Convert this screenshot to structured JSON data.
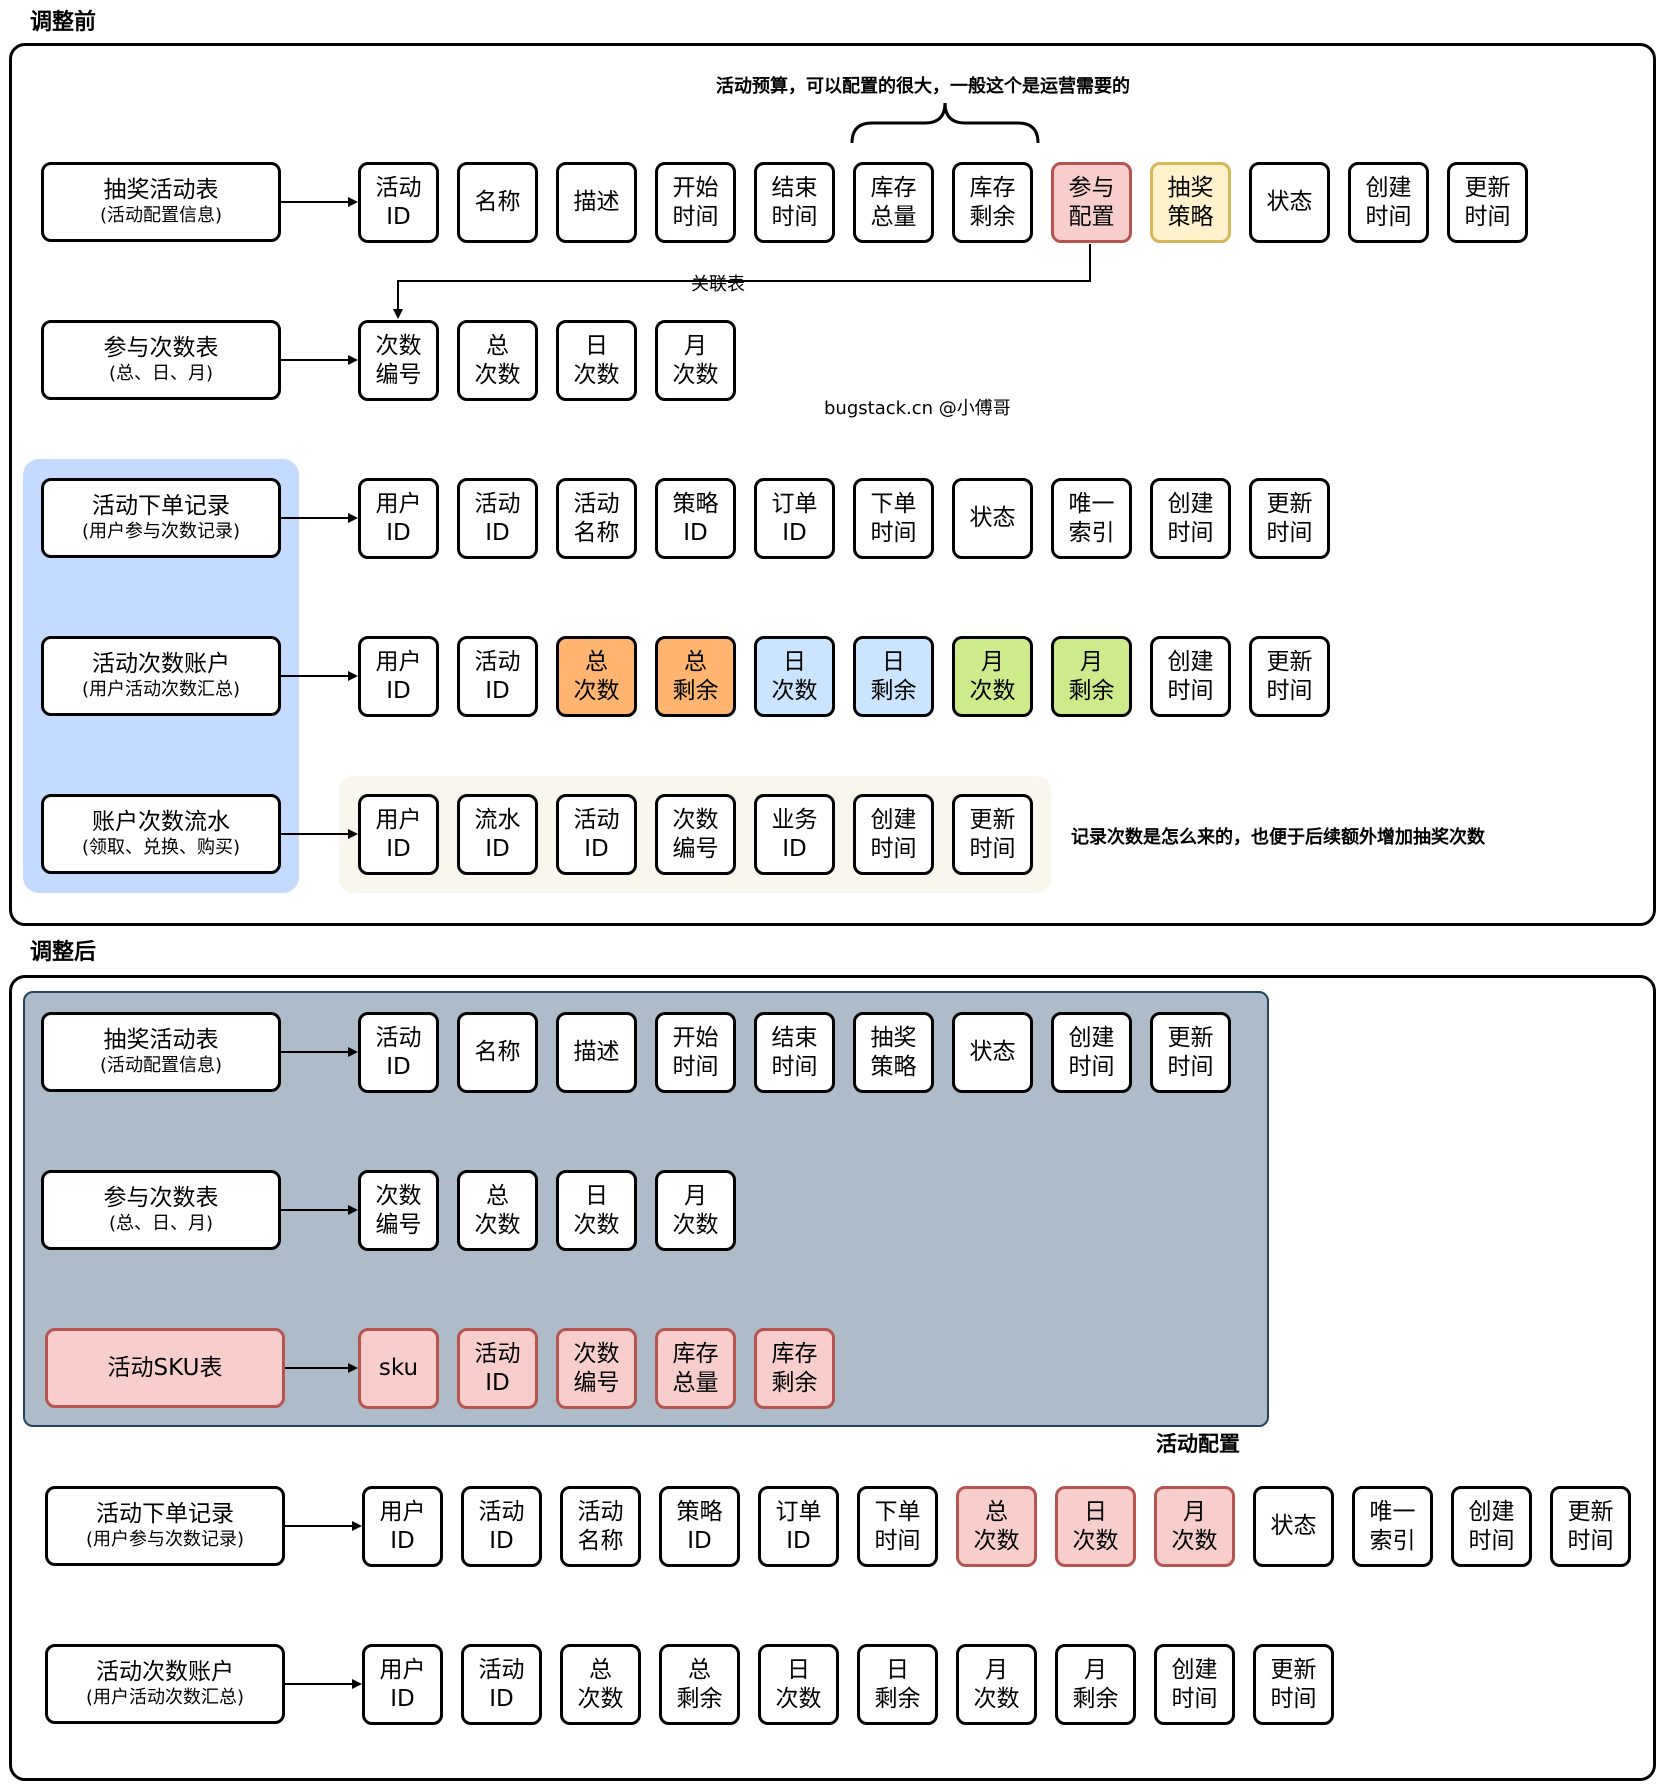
{
  "colors": {
    "red_fill": "#f8cecc",
    "red_border": "#b85450",
    "yellow_fill": "#fff2cc",
    "yellow_border": "#d6b656",
    "orange_fill": "#ffb570",
    "blue_fill": "#cce5ff",
    "green_fill": "#cdeb8b",
    "region_blue": "#c4dbff",
    "region_cream": "#f9f7ed",
    "region_slate": "#aebcc9"
  },
  "before": {
    "title": "调整前",
    "budget_note": "活动预算，可以配置的很大，一般这个是运营需要的",
    "relation_label": "关联表",
    "watermark": "bugstack.cn @小傅哥",
    "flow_note": "记录次数是怎么来的，也便于后续额外增加抽奖次数",
    "tables": [
      {
        "title": "抽奖活动表",
        "subtitle": "(活动配置信息)",
        "fields": [
          {
            "label": "活动\nID"
          },
          {
            "label": "名称"
          },
          {
            "label": "描述"
          },
          {
            "label": "开始\n时间"
          },
          {
            "label": "结束\n时间"
          },
          {
            "label": "库存\n总量"
          },
          {
            "label": "库存\n剩余"
          },
          {
            "label": "参与\n配置",
            "color": "red"
          },
          {
            "label": "抽奖\n策略",
            "color": "yellow"
          },
          {
            "label": "状态"
          },
          {
            "label": "创建\n时间"
          },
          {
            "label": "更新\n时间"
          }
        ]
      },
      {
        "title": "参与次数表",
        "subtitle": "(总、日、月)",
        "fields": [
          {
            "label": "次数\n编号"
          },
          {
            "label": "总\n次数"
          },
          {
            "label": "日\n次数"
          },
          {
            "label": "月\n次数"
          }
        ]
      },
      {
        "title": "活动下单记录",
        "subtitle": "(用户参与次数记录)",
        "fields": [
          {
            "label": "用户\nID"
          },
          {
            "label": "活动\nID"
          },
          {
            "label": "活动\n名称"
          },
          {
            "label": "策略\nID"
          },
          {
            "label": "订单\nID"
          },
          {
            "label": "下单\n时间"
          },
          {
            "label": "状态"
          },
          {
            "label": "唯一\n索引"
          },
          {
            "label": "创建\n时间"
          },
          {
            "label": "更新\n时间"
          }
        ]
      },
      {
        "title": "活动次数账户",
        "subtitle": "(用户活动次数汇总)",
        "fields": [
          {
            "label": "用户\nID"
          },
          {
            "label": "活动\nID"
          },
          {
            "label": "总\n次数",
            "color": "orange"
          },
          {
            "label": "总\n剩余",
            "color": "orange"
          },
          {
            "label": "日\n次数",
            "color": "blue"
          },
          {
            "label": "日\n剩余",
            "color": "blue"
          },
          {
            "label": "月\n次数",
            "color": "green"
          },
          {
            "label": "月\n剩余",
            "color": "green"
          },
          {
            "label": "创建\n时间"
          },
          {
            "label": "更新\n时间"
          }
        ]
      },
      {
        "title": "账户次数流水",
        "subtitle": "(领取、兑换、购买)",
        "fields": [
          {
            "label": "用户\nID"
          },
          {
            "label": "流水\nID"
          },
          {
            "label": "活动\nID"
          },
          {
            "label": "次数\n编号"
          },
          {
            "label": "业务\nID"
          },
          {
            "label": "创建\n时间"
          },
          {
            "label": "更新\n时间"
          }
        ]
      }
    ]
  },
  "after": {
    "title": "调整后",
    "config_label": "活动配置",
    "tables": [
      {
        "title": "抽奖活动表",
        "subtitle": "(活动配置信息)",
        "fields": [
          {
            "label": "活动\nID"
          },
          {
            "label": "名称"
          },
          {
            "label": "描述"
          },
          {
            "label": "开始\n时间"
          },
          {
            "label": "结束\n时间"
          },
          {
            "label": "抽奖\n策略"
          },
          {
            "label": "状态"
          },
          {
            "label": "创建\n时间"
          },
          {
            "label": "更新\n时间"
          }
        ]
      },
      {
        "title": "参与次数表",
        "subtitle": "(总、日、月)",
        "fields": [
          {
            "label": "次数\n编号"
          },
          {
            "label": "总\n次数"
          },
          {
            "label": "日\n次数"
          },
          {
            "label": "月\n次数"
          }
        ]
      },
      {
        "title": "活动SKU表",
        "subtitle": "",
        "color": "red",
        "fields": [
          {
            "label": "sku",
            "color": "red"
          },
          {
            "label": "活动\nID",
            "color": "red"
          },
          {
            "label": "次数\n编号",
            "color": "red"
          },
          {
            "label": "库存\n总量",
            "color": "red"
          },
          {
            "label": "库存\n剩余",
            "color": "red"
          }
        ]
      },
      {
        "title": "活动下单记录",
        "subtitle": "(用户参与次数记录)",
        "fields": [
          {
            "label": "用户\nID"
          },
          {
            "label": "活动\nID"
          },
          {
            "label": "活动\n名称"
          },
          {
            "label": "策略\nID"
          },
          {
            "label": "订单\nID"
          },
          {
            "label": "下单\n时间"
          },
          {
            "label": "总\n次数",
            "color": "red"
          },
          {
            "label": "日\n次数",
            "color": "red"
          },
          {
            "label": "月\n次数",
            "color": "red"
          },
          {
            "label": "状态"
          },
          {
            "label": "唯一\n索引"
          },
          {
            "label": "创建\n时间"
          },
          {
            "label": "更新\n时间"
          }
        ]
      },
      {
        "title": "活动次数账户",
        "subtitle": "(用户活动次数汇总)",
        "fields": [
          {
            "label": "用户\nID"
          },
          {
            "label": "活动\nID"
          },
          {
            "label": "总\n次数"
          },
          {
            "label": "总\n剩余"
          },
          {
            "label": "日\n次数"
          },
          {
            "label": "日\n剩余"
          },
          {
            "label": "月\n次数"
          },
          {
            "label": "月\n剩余"
          },
          {
            "label": "创建\n时间"
          },
          {
            "label": "更新\n时间"
          }
        ]
      }
    ]
  }
}
